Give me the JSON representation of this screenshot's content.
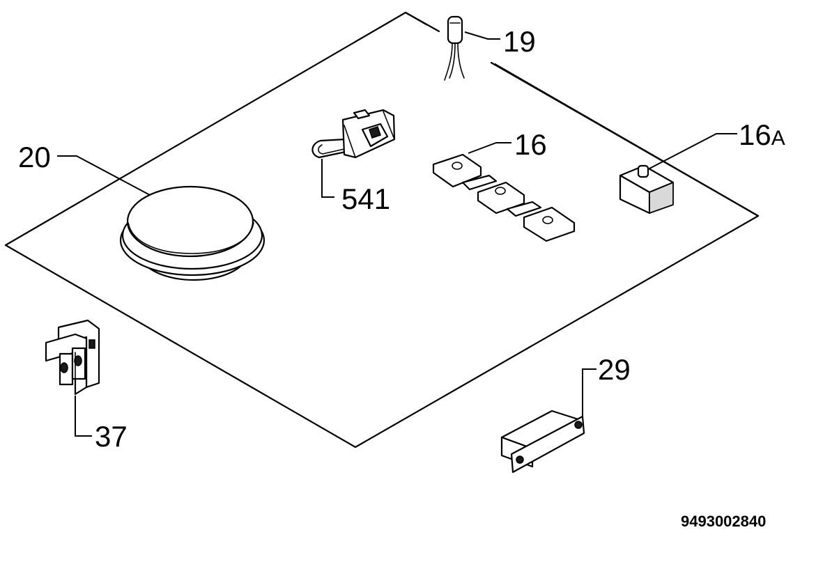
{
  "parts": {
    "heating_element_16": "16",
    "heating_element_16a_number": "16",
    "heating_element_16a_suffix": "A",
    "cable_19": "19",
    "hotplate_20": "20",
    "terminal_29": "29",
    "terminal_block_37": "37",
    "switch_541": "541"
  },
  "document_number": "9493002840"
}
